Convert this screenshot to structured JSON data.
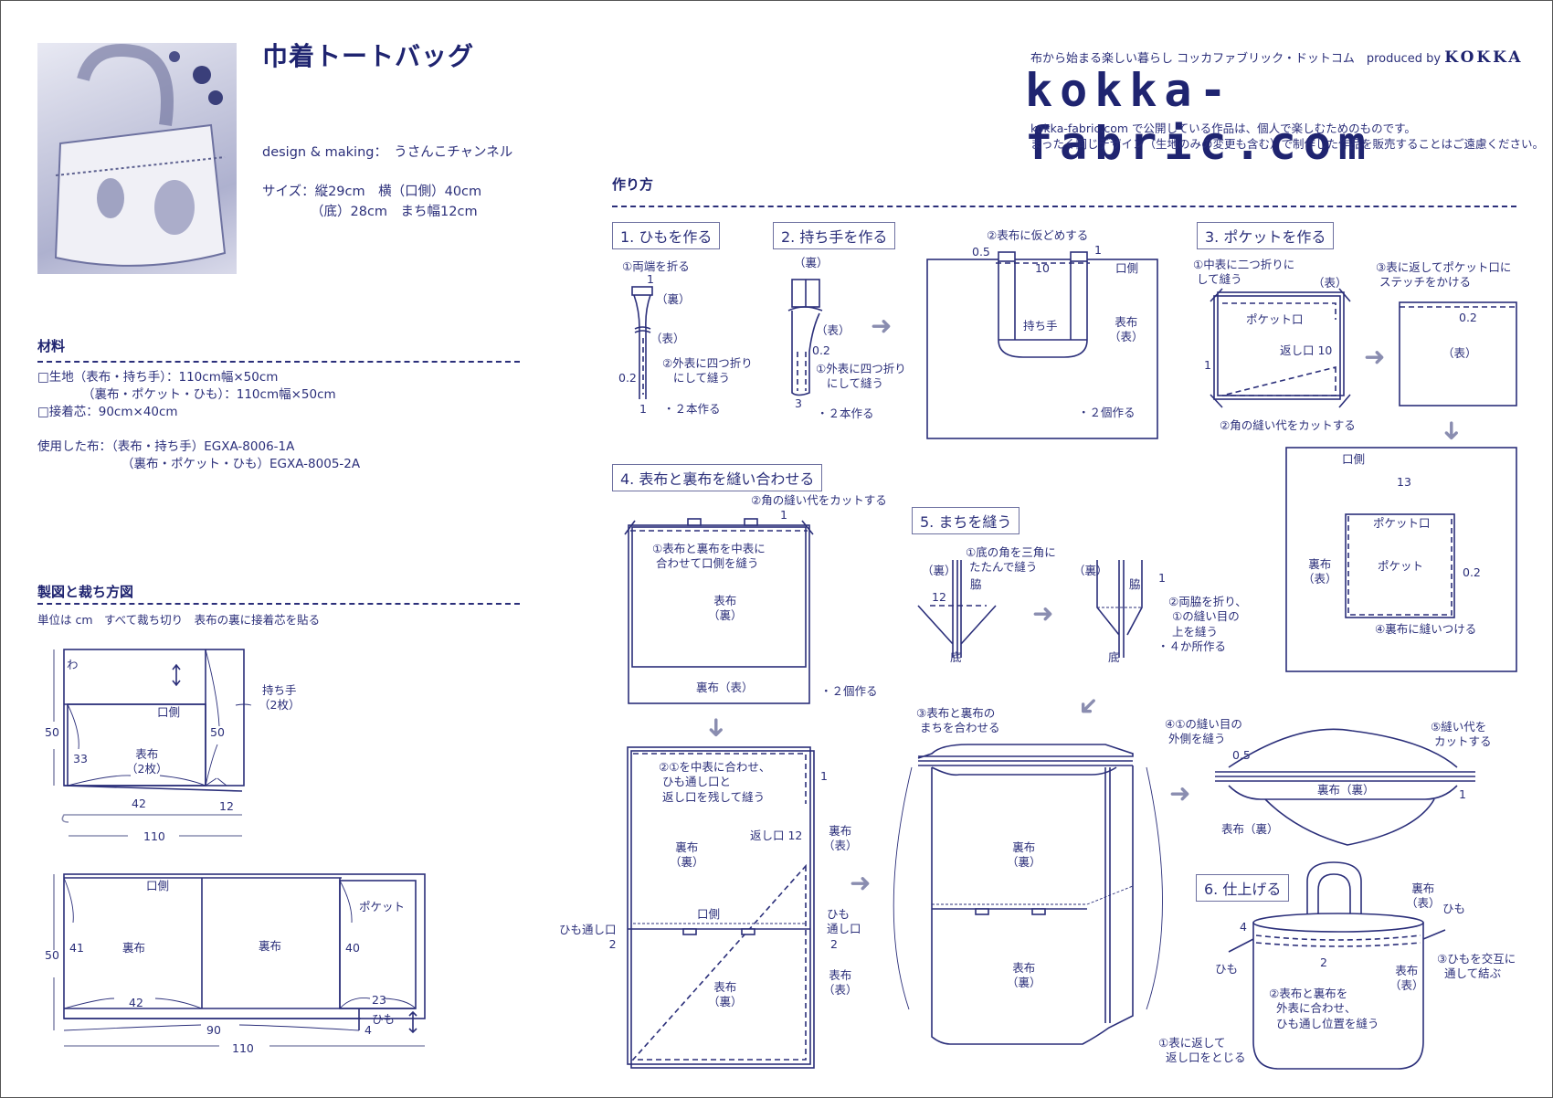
{
  "title": "巾着トートバッグ",
  "credit": "design & making：　うさんこチャンネル",
  "size": {
    "line1": "サイズ：縦29cm　横（口側）40cm",
    "line2": "（底）28cm　まち幅12cm"
  },
  "brand": {
    "tagline": "布から始まる楽しい暮らし コッカファブリック・ドットコム　produced by",
    "producer": "KOKKA",
    "logo": "kokka-fabric.com",
    "notice1": "kokka-fabric.com で公開している作品は、個人で楽しむためのものです。",
    "notice2": "まったく同じデザイン（生地のみの変更も含む）で制作した作品を販売することはご遠慮ください。"
  },
  "materials": {
    "heading": "材料",
    "items": [
      "□生地（表布・持ち手）：110cm幅×50cm",
      "（裏布・ポケット・ひも）：110cm幅×50cm",
      "□接着芯：90cm×40cm"
    ],
    "fabric_label": "使用した布：（表布・持ち手）EGXA-8006-1A",
    "fabric_label2": "（裏布・ポケット・ひも）EGXA-8005-2A"
  },
  "pattern": {
    "heading": "製図と裁ち方図",
    "note": "単位は cm　すべて裁ち切り　表布の裏に接着芯を貼る",
    "diagram1": {
      "wa": "わ",
      "kuchigawa": "口側",
      "omote": "表布",
      "omote_count": "（2枚）",
      "mochite": "持ち手",
      "mochite_count": "（2枚）",
      "h50": "50",
      "h33": "33",
      "w42": "42",
      "h50b": "50",
      "w12": "12",
      "w110": "110"
    },
    "diagram2": {
      "kuchigawa": "口側",
      "ura1": "裏布",
      "ura2": "裏布",
      "pocket": "ポケット",
      "himo": "ひも",
      "h50": "50",
      "h41": "41",
      "w42": "42",
      "h40": "40",
      "w23": "23",
      "w90": "90",
      "h4": "4",
      "w110": "110"
    }
  },
  "howto": {
    "heading": "作り方",
    "steps": [
      {
        "label": "1. ひもを作る"
      },
      {
        "label": "2. 持ち手を作る"
      },
      {
        "label": "3. ポケットを作る"
      },
      {
        "label": "4. 表布と裏布を縫い合わせる"
      },
      {
        "label": "5. まちを縫う"
      },
      {
        "label": "6. 仕上げる"
      }
    ],
    "s1": {
      "fold": "①両端を折る",
      "n1": "1",
      "ura": "（裏）",
      "omote": "（表）",
      "sew1": "②外表に四つ折り",
      "sew2": "にして縫う",
      "n02": "0.2",
      "n1b": "1",
      "count": "・２本作る"
    },
    "s2": {
      "ura": "（裏）",
      "omote": "（表）",
      "n02": "0.2",
      "sew1": "①外表に四つ折り",
      "sew2": "にして縫う",
      "n3": "3",
      "count": "・２本作る",
      "baste": "②表布に仮どめする",
      "n05": "0.5",
      "n10": "10",
      "n1": "1",
      "kuchigawa": "口側",
      "mochite": "持ち手",
      "omotenuno": "表布",
      "omotenuno2": "（表）",
      "count2": "・２個作る"
    },
    "s3": {
      "fold1": "①中表に二つ折りに",
      "fold2": "して縫う",
      "omote": "（表）",
      "pocketguchi": "ポケット口",
      "kaeshi": "返し口 10",
      "n1": "1",
      "cut": "②角の縫い代をカットする",
      "turn1": "③表に返してポケット口に",
      "turn2": "ステッチをかける",
      "n02": "0.2",
      "omote2": "（表）",
      "kuchigawa": "口側",
      "n13": "13",
      "pocketguchi2": "ポケット口",
      "urabu": "裏布",
      "urabu2": "（表）",
      "pocket": "ポケット",
      "n02b": "0.2",
      "attach": "④裏布に縫いつける"
    },
    "s4": {
      "cut": "②角の縫い代をカットする",
      "n1": "1",
      "sew1": "①表布と裏布を中表に",
      "sew2": "合わせて口側を縫う",
      "omote": "表布",
      "omote2": "（裏）",
      "ura": "裏布（表）",
      "count": "・２個作る",
      "join1": "②①を中表に合わせ、",
      "join2": "ひも通し口と",
      "join3": "返し口を残して縫う",
      "n1b": "1",
      "kaeshi": "返し口 12",
      "urabu": "裏布",
      "urabu2": "（裏）",
      "urabu_side": "裏布",
      "urabu_side2": "（表）",
      "kuchigawa": "口側",
      "himo_l": "ひも通し口",
      "himo_l2": "2",
      "himo_r": "ひも",
      "himo_r2": "通し口",
      "himo_r3": "2",
      "omotebu": "表布",
      "omotebu2": "（裏）",
      "omote_side": "表布",
      "omote_side2": "（表）"
    },
    "s5": {
      "fold1": "①底の角を三角に",
      "fold2": "たたんで縫う",
      "ura": "（裏）",
      "waki": "脇",
      "n12": "12",
      "soko": "底",
      "ura2": "（裏）",
      "waki2": "脇",
      "n1": "1",
      "fold3": "②両脇を折り、",
      "fold4": "①の縫い目の",
      "fold5": "上を縫う",
      "count": "・４か所作る",
      "soko2": "底",
      "match1": "③表布と裏布の",
      "match2": "まちを合わせる",
      "urabu": "裏布",
      "urabu2": "（裏）",
      "omotebu": "表布",
      "omotebu2": "（裏）",
      "outer1": "④①の縫い目の",
      "outer2": "外側を縫う",
      "n05": "0.5",
      "cut1": "⑤縫い代を",
      "cut2": "カットする",
      "urabu3": "裏布（裏）",
      "n1b": "1",
      "omotebu3": "表布（裏）"
    },
    "s6": {
      "urabu": "裏布",
      "urabu2": "（表）",
      "himo": "ひも",
      "n4": "4",
      "himo2": "ひも",
      "n2": "2",
      "omote": "表布",
      "omote2": "（表）",
      "tie1": "③ひもを交互に",
      "tie2": "通して結ぶ",
      "sew1": "②表布と裏布を",
      "sew2": "外表に合わせ、",
      "sew3": "ひも通し位置を縫う",
      "close1": "①表に返して",
      "close2": "返し口をとじる"
    }
  }
}
